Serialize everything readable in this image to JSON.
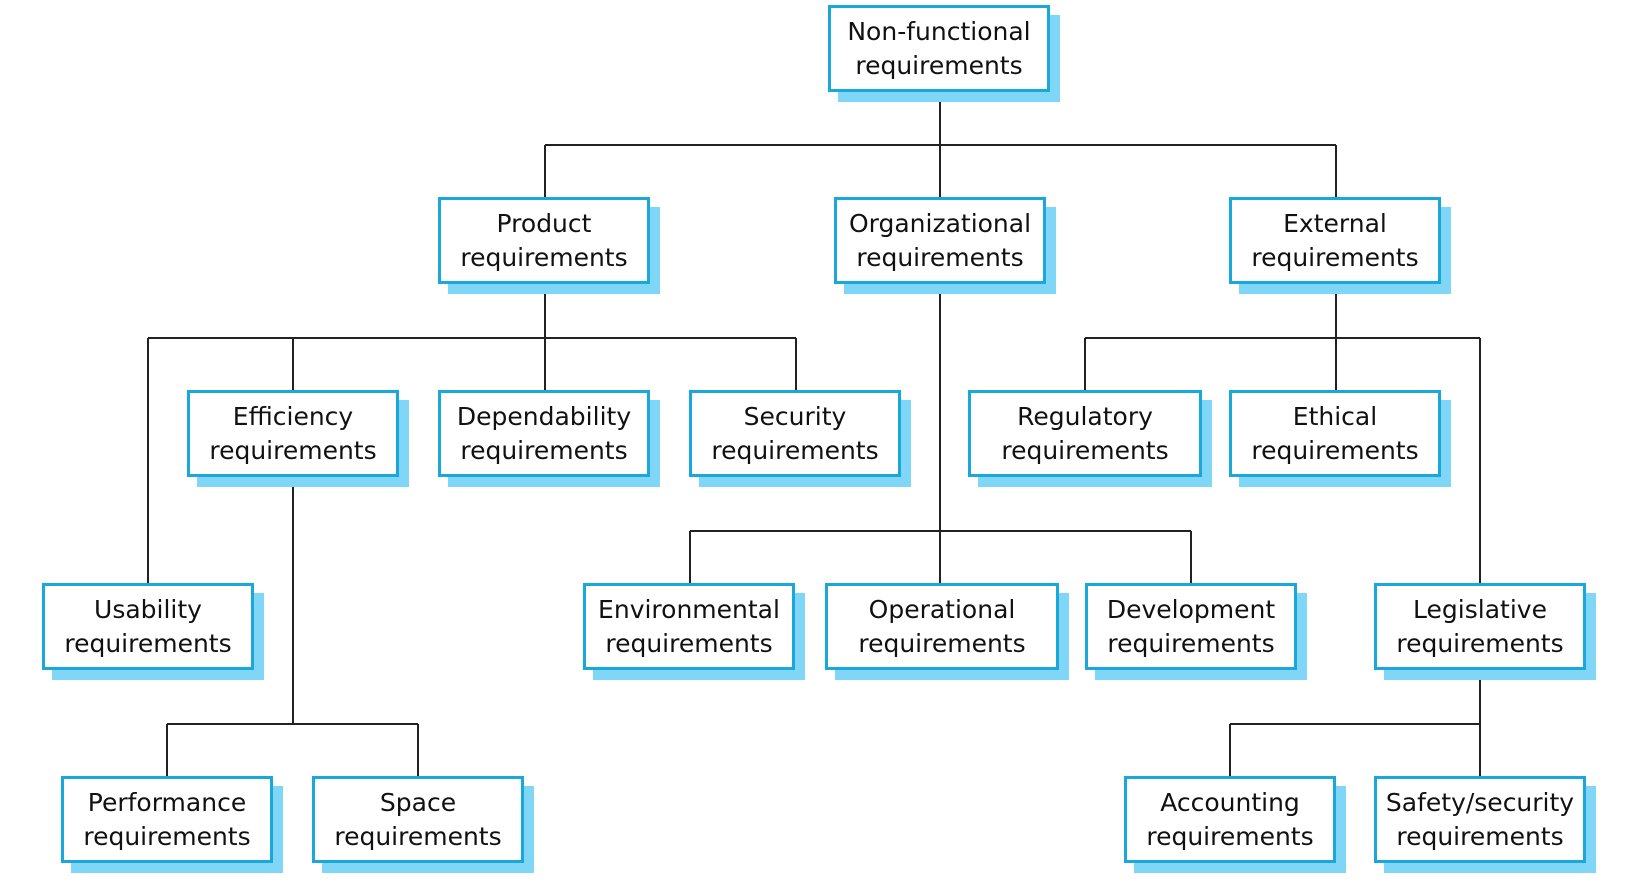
{
  "diagram": {
    "root": {
      "line1": "Non-functional",
      "line2": "requirements"
    },
    "product": {
      "line1": "Product",
      "line2": "requirements"
    },
    "organizational": {
      "line1": "Organizational",
      "line2": "requirements"
    },
    "external": {
      "line1": "External",
      "line2": "requirements"
    },
    "efficiency": {
      "line1": "Efficiency",
      "line2": "requirements"
    },
    "dependability": {
      "line1": "Dependability",
      "line2": "requirements"
    },
    "security": {
      "line1": "Security",
      "line2": "requirements"
    },
    "regulatory": {
      "line1": "Regulatory",
      "line2": "requirements"
    },
    "ethical": {
      "line1": "Ethical",
      "line2": "requirements"
    },
    "usability": {
      "line1": "Usability",
      "line2": "requirements"
    },
    "environmental": {
      "line1": "Environmental",
      "line2": "requirements"
    },
    "operational": {
      "line1": "Operational",
      "line2": "requirements"
    },
    "development": {
      "line1": "Development",
      "line2": "requirements"
    },
    "legislative": {
      "line1": "Legislative",
      "line2": "requirements"
    },
    "performance": {
      "line1": "Performance",
      "line2": "requirements"
    },
    "space": {
      "line1": "Space",
      "line2": "requirements"
    },
    "accounting": {
      "line1": "Accounting",
      "line2": "requirements"
    },
    "safety_security": {
      "line1": "Safety/security",
      "line2": "requirements"
    }
  },
  "colors": {
    "box_border": "#1aa7dc",
    "box_shadow": "#7fd6f7",
    "connector": "#222222",
    "text": "#111111"
  }
}
